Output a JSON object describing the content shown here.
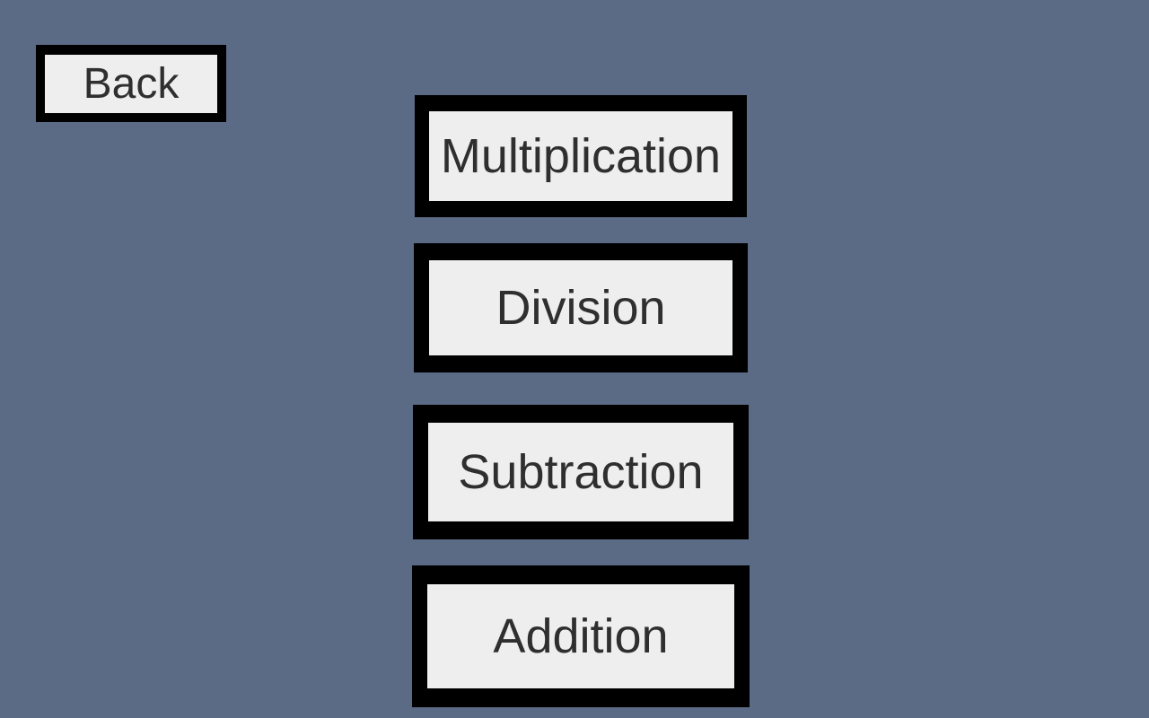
{
  "colors": {
    "background": "#5b6a85",
    "button_border": "#000000",
    "button_face": "#eeeeee",
    "button_text": "#2f2f2f"
  },
  "nav": {
    "back_label": "Back"
  },
  "menu": {
    "items": [
      {
        "label": "Multiplication"
      },
      {
        "label": "Division"
      },
      {
        "label": "Subtraction"
      },
      {
        "label": "Addition"
      }
    ]
  }
}
